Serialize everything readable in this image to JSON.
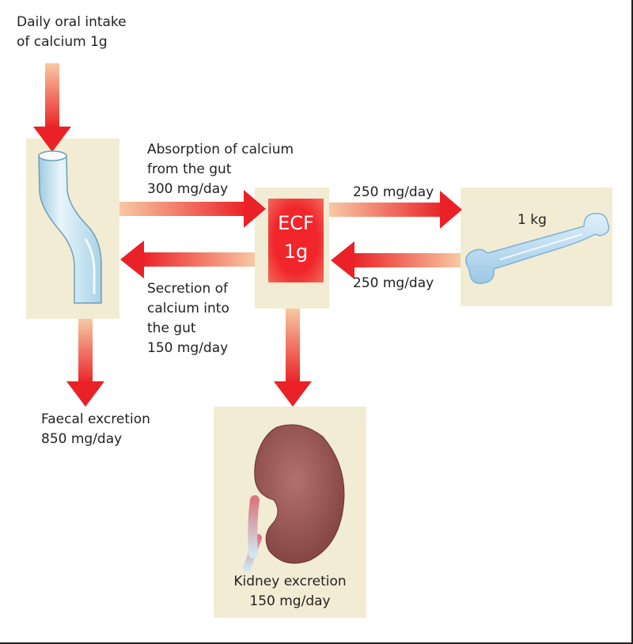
{
  "labels": {
    "intake": [
      "Daily oral intake",
      "of calcium 1g"
    ],
    "absorption": [
      "Absorption of calcium",
      "from the gut",
      "300 mg/day"
    ],
    "to_bone": "250 mg/day",
    "from_bone": "250 mg/day",
    "bone_mass": "1 kg",
    "secretion": [
      "Secretion of",
      "calcium into",
      "the gut",
      "150 mg/day"
    ],
    "faecal": [
      "Faecal excretion",
      "850 mg/day"
    ],
    "kidney": [
      "Kidney excretion",
      "150 mg/day"
    ],
    "ecf": [
      "ECF",
      "1g"
    ]
  },
  "colors": {
    "arrow": "#ea2227",
    "panel": "#f2ecd4",
    "ecf": "#f0262b",
    "gut": "#bfe0ee",
    "bone": "#bcdcf0",
    "kidney": "#9b5a57"
  }
}
